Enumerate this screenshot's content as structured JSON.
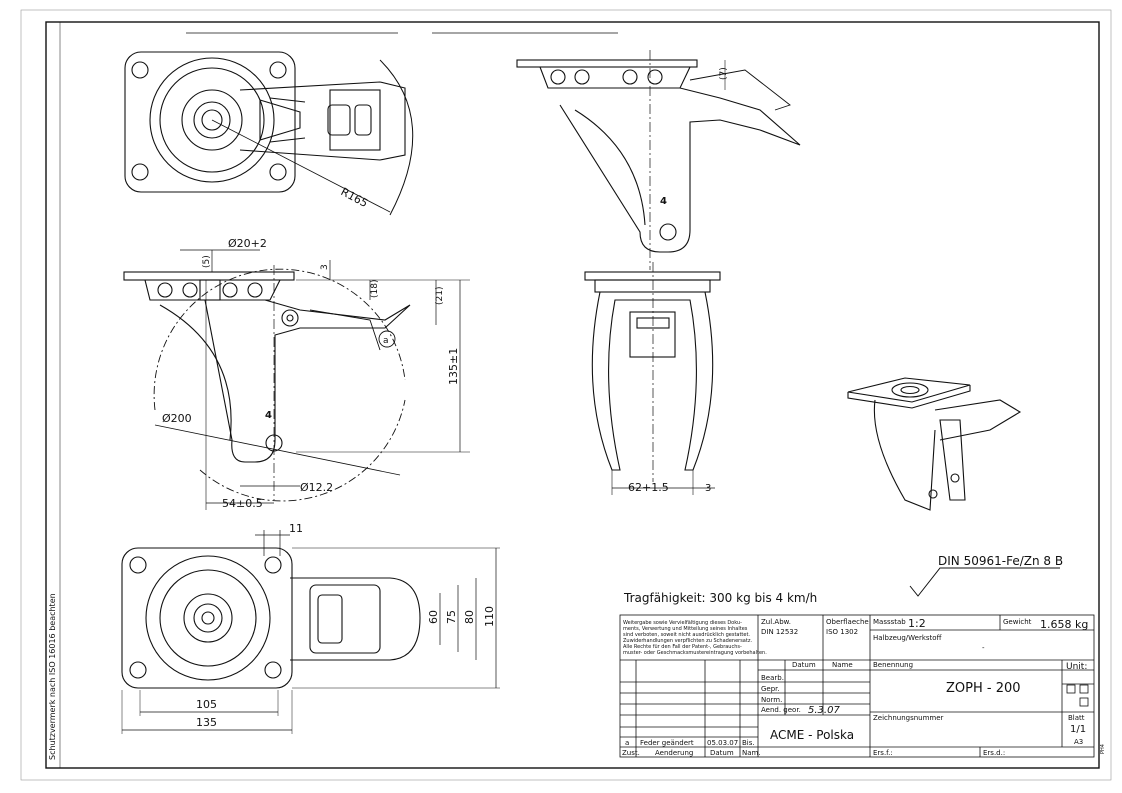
{
  "side_note": "Schutzvermerk nach ISO 16016 beachten",
  "views": {
    "top_view": {
      "radius_label": "R165"
    },
    "side_view": {
      "diam_top": "Ø20+2",
      "dim_5": "(5)",
      "dim_3": "3",
      "dim_18": "(18)",
      "dim_21": "(21)",
      "dim_height": "135±1",
      "dim_wheel": "Ø200",
      "dim_hole": "Ø12.2",
      "dim_offset": "54±0.5",
      "callout_a": "a",
      "mark_4": "4"
    },
    "front_view": {
      "dim_width": "62+1.5",
      "dim_3": "3"
    },
    "bottom_view": {
      "dim_11": "11",
      "dim_60": "60",
      "dim_75": "75",
      "dim_80": "80",
      "dim_110": "110",
      "dim_105": "105",
      "dim_135": "135"
    },
    "upper_side_view": {
      "dim_7": "(7)",
      "mark_4": "4"
    }
  },
  "surface_note": "DIN 50961-Fe/Zn 8 B",
  "capacity_note": "Tragfähigkeit: 300 kg bis 4 km/h",
  "title_block": {
    "legal_text": [
      "Weitergabe sowie Vervielfältigung dieses Doku-",
      "ments, Verwertung und Mitteilung seines Inhaltes",
      "sind verboten, soweit nicht ausdrücklich gestattet.",
      "Zuwiderhandlungen verpflichten zu Schadenersatz.",
      "Alle Rechte für den Fall der Patent-, Gebrauchs-",
      "muster- oder Geschmacksmustereintragung vorbehalten."
    ],
    "zul_abw_label": "Zul.Abw.",
    "zul_abw_value": "DIN 12532",
    "oberflaeche_label": "Oberflaeche",
    "oberflaeche_value": "ISO 1302",
    "massstab_label": "Massstab",
    "massstab_value": "1:2",
    "gewicht_label": "Gewicht",
    "gewicht_value": "1.658 kg",
    "halbzeug_label": "Halbzeug/Werkstoff",
    "halbzeug_value": "-",
    "datum_label": "Datum",
    "name_label": "Name",
    "benennung_label": "Benennung",
    "title_value": "ZOPH - 200",
    "unit_label": "Unit:",
    "row_labels": [
      "Bearb.",
      "Gepr.",
      "Norm."
    ],
    "aend_label": "Aend. geor.",
    "aend_value": "5.3.07",
    "zeichnungsnr_label": "Zeichnungsnummer",
    "blatt_label": "Blatt",
    "blatt_value": "1/1",
    "format_value": "A3",
    "company": "ACME - Polska",
    "rev_index": "a",
    "rev_text": "Feder geändert",
    "rev_date": "05.03.07",
    "rev_bis": "Bis.",
    "zust_label": "Zust.",
    "aenderung_label": "Aenderung",
    "datum2_label": "Datum",
    "nam_label": "Nam.",
    "ers_f_label": "Ers.f.:",
    "ers_d_label": "Ers.d.:",
    "corner_label": "PH4"
  }
}
